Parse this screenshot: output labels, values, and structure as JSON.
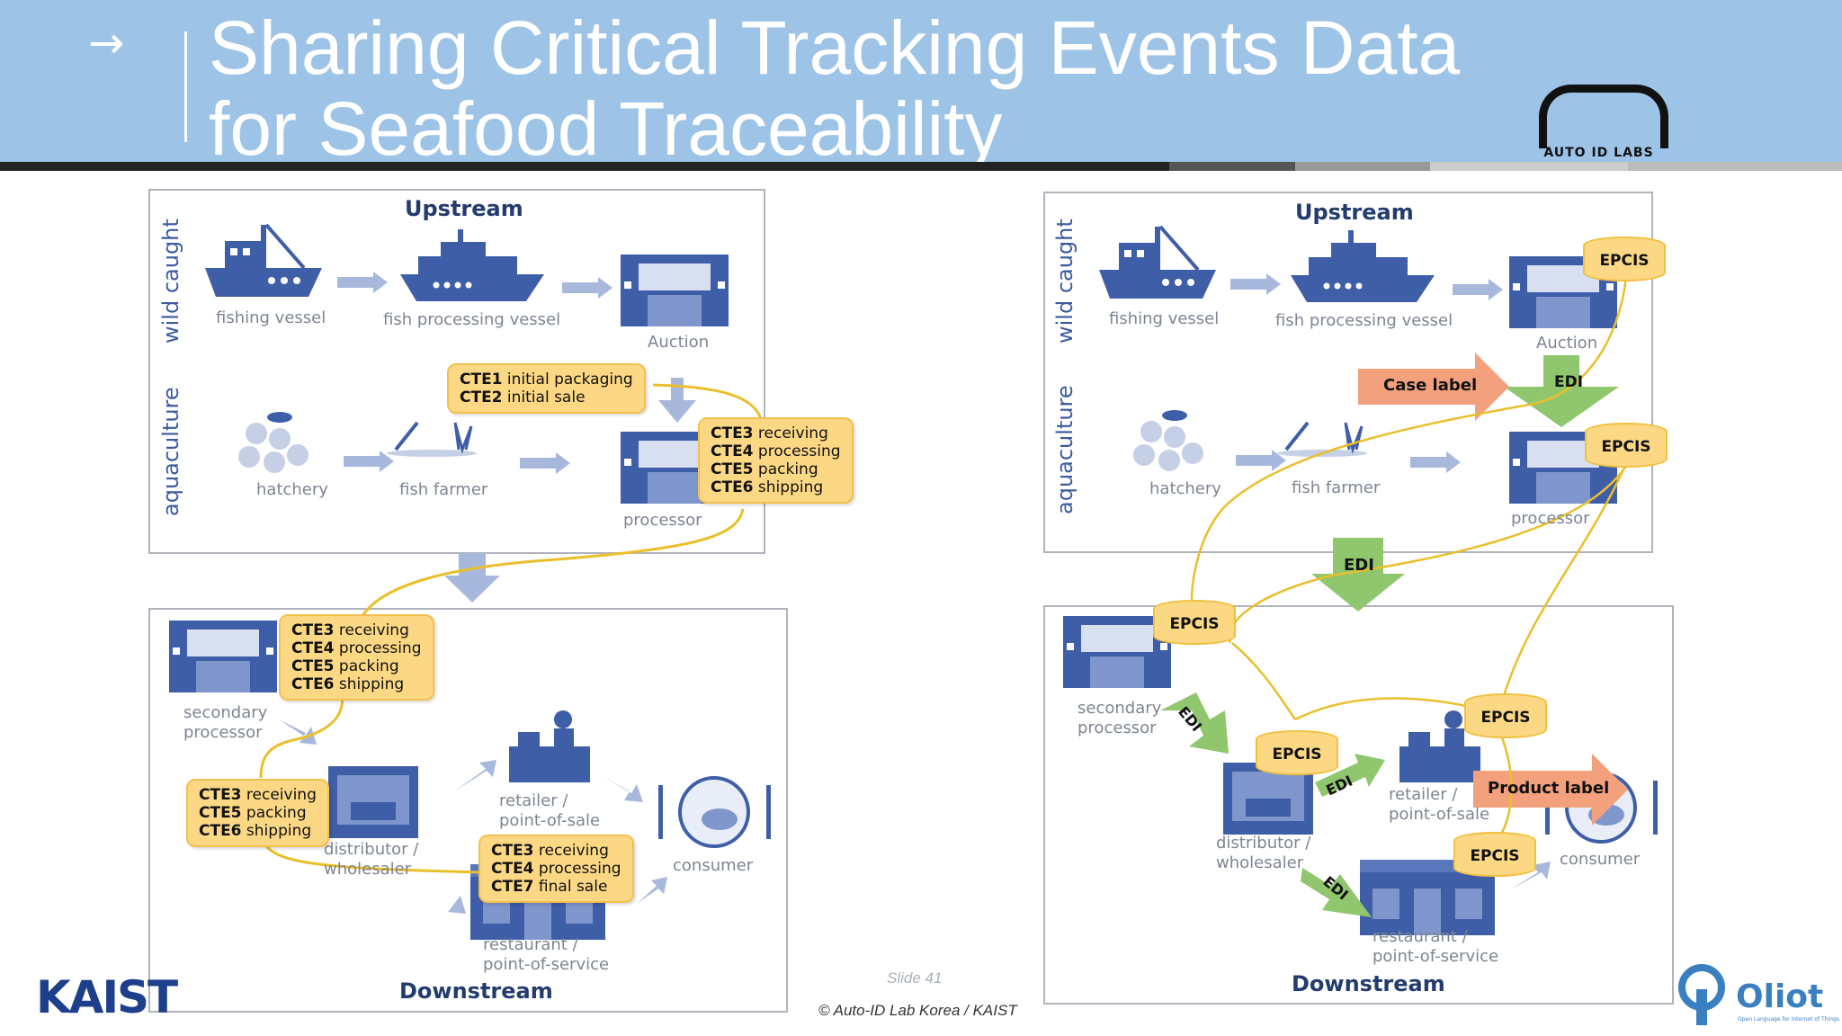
{
  "header": {
    "arrow": "→",
    "title_line1": "Sharing Critical Tracking Events Data",
    "title_line2": "for Seafood Traceability",
    "logo_label": "AUTO ID LABS"
  },
  "left": {
    "upstream": "Upstream",
    "downstream": "Downstream",
    "wild_caught": "wild caught",
    "aquaculture": "aquaculture",
    "fishing_vessel": "fishing vessel",
    "fish_processing_vessel": "fish processing vessel",
    "auction": "Auction",
    "hatchery": "hatchery",
    "fish_farmer": "fish farmer",
    "processor": "processor",
    "secondary_processor_1": "secondary",
    "secondary_processor_2": "processor",
    "retailer_1": "retailer /",
    "retailer_2": "point-of-sale",
    "distributor_1": "distributor /",
    "distributor_2": "wholesaler",
    "consumer": "consumer",
    "restaurant_1": "restaurant /",
    "restaurant_2": "point-of-service",
    "cte_box_a": [
      [
        "CTE1",
        "initial packaging"
      ],
      [
        "CTE2",
        "initial sale"
      ]
    ],
    "cte_box_b": [
      [
        "CTE3",
        "receiving"
      ],
      [
        "CTE4",
        "processing"
      ],
      [
        "CTE5",
        "packing"
      ],
      [
        "CTE6",
        "shipping"
      ]
    ],
    "cte_box_c": [
      [
        "CTE3",
        "receiving"
      ],
      [
        "CTE4",
        "processing"
      ],
      [
        "CTE5",
        "packing"
      ],
      [
        "CTE6",
        "shipping"
      ]
    ],
    "cte_box_d": [
      [
        "CTE3",
        "receiving"
      ],
      [
        "CTE5",
        "packing"
      ],
      [
        "CTE6",
        "shipping"
      ]
    ],
    "cte_box_e": [
      [
        "CTE3",
        "receiving"
      ],
      [
        "CTE4",
        "processing"
      ],
      [
        "CTE7",
        "final sale"
      ]
    ]
  },
  "right": {
    "upstream": "Upstream",
    "downstream": "Downstream",
    "wild_caught": "wild caught",
    "aquaculture": "aquaculture",
    "fishing_vessel": "fishing vessel",
    "fish_processing_vessel": "fish processing vessel",
    "auction": "Auction",
    "hatchery": "hatchery",
    "fish_farmer": "fish farmer",
    "processor": "processor",
    "secondary_processor_1": "secondary",
    "secondary_processor_2": "processor",
    "retailer_1": "retailer /",
    "retailer_2": "point-of-sale",
    "distributor_1": "distributor /",
    "distributor_2": "wholesaler",
    "consumer": "consumer",
    "restaurant_1": "restaurant /",
    "restaurant_2": "point-of-service",
    "epcis": "EPCIS",
    "edi": "EDI",
    "case_label": "Case label",
    "product_label": "Product label"
  },
  "footer": {
    "slide": "Slide 41",
    "copyright": "© Auto-ID Lab Korea / KAIST",
    "kaist": "KAIST",
    "oliot": "Oliot",
    "oliot_sub": "Open Language for Internet of Things"
  },
  "colors": {
    "header_bg": "#9dc3e6",
    "icon_blue": "#3f5ea8",
    "cte_fill": "#fcd885",
    "edi_green": "#8fc66e",
    "label_orange": "#f3a07c",
    "flow_line": "#e9bf2c"
  }
}
